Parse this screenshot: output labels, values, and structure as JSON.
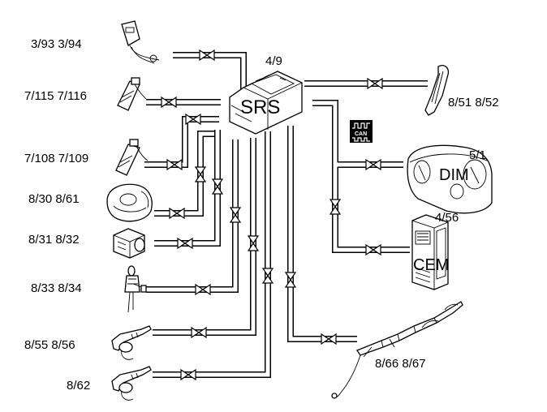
{
  "modules": {
    "srs": {
      "label": "SRS",
      "code": "4/9"
    },
    "dim": {
      "label": "DIM",
      "code": "5/1"
    },
    "cem": {
      "label": "CEM",
      "code": "4/56"
    },
    "can": {
      "label": "CAN"
    }
  },
  "components": [
    {
      "id": "c1",
      "label": "3/93  3/94",
      "icon": "seatbelt-buckle"
    },
    {
      "id": "c2",
      "label": "7/115  7/116",
      "icon": "side-airbag"
    },
    {
      "id": "c3",
      "label": "7/108  7/109",
      "icon": "side-airbag"
    },
    {
      "id": "c4",
      "label": "8/30  8/61",
      "icon": "steering-wheel-airbag"
    },
    {
      "id": "c5",
      "label": "8/31  8/32",
      "icon": "passenger-airbag"
    },
    {
      "id": "c6",
      "label": "8/33  8/34",
      "icon": "belt-pretensioner"
    },
    {
      "id": "c7",
      "label": "8/55  8/56",
      "icon": "pretensioner"
    },
    {
      "id": "c8",
      "label": "8/62",
      "icon": "pretensioner"
    },
    {
      "id": "c9",
      "label": "8/51  8/52",
      "icon": "inflatable-curtain"
    },
    {
      "id": "c10",
      "label": "8/66  8/67",
      "icon": "curtain-harness"
    }
  ]
}
